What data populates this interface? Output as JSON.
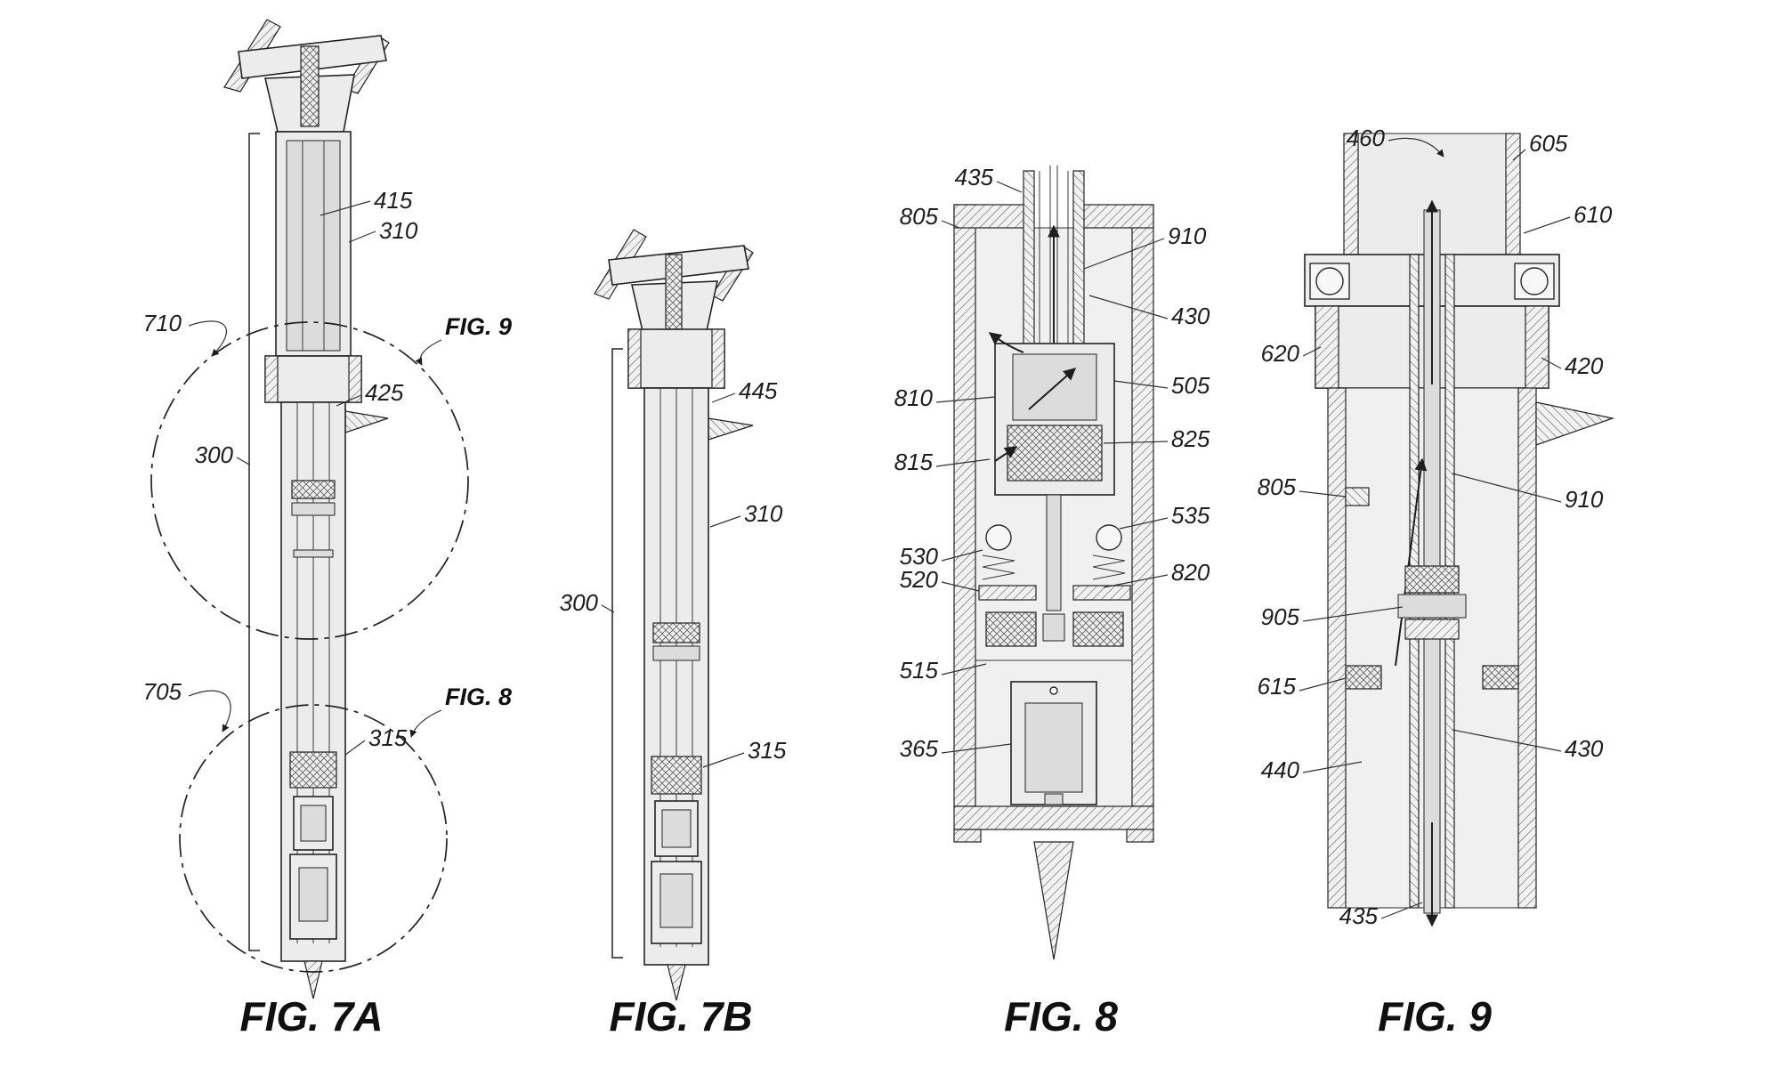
{
  "page": {
    "kind": "patent-figure-sheet",
    "background": "#ffffff",
    "ink": "#1e1e1e",
    "fill_light": "#ececec"
  },
  "fig7a": {
    "caption": "FIG. 7A",
    "labels": {
      "l415": "415",
      "l310": "310",
      "l710": "710",
      "l425": "425",
      "l300": "300",
      "l705": "705",
      "l315": "315",
      "ref_fig9": "FIG. 9",
      "ref_fig8": "FIG. 8"
    }
  },
  "fig7b": {
    "caption": "FIG. 7B",
    "labels": {
      "l445": "445",
      "l310": "310",
      "l300": "300",
      "l315": "315"
    }
  },
  "fig8": {
    "caption": "FIG. 8",
    "labels": {
      "l435": "435",
      "l805": "805",
      "l910": "910",
      "l430": "430",
      "l810": "810",
      "l505": "505",
      "l825": "825",
      "l815": "815",
      "l535": "535",
      "l530": "530",
      "l520": "520",
      "l820": "820",
      "l515": "515",
      "l365": "365"
    }
  },
  "fig9": {
    "caption": "FIG. 9",
    "labels": {
      "l460": "460",
      "l605": "605",
      "l610": "610",
      "l620": "620",
      "l420": "420",
      "l805": "805",
      "l910": "910",
      "l905": "905",
      "l615": "615",
      "l440": "440",
      "l430": "430",
      "l435": "435"
    }
  }
}
